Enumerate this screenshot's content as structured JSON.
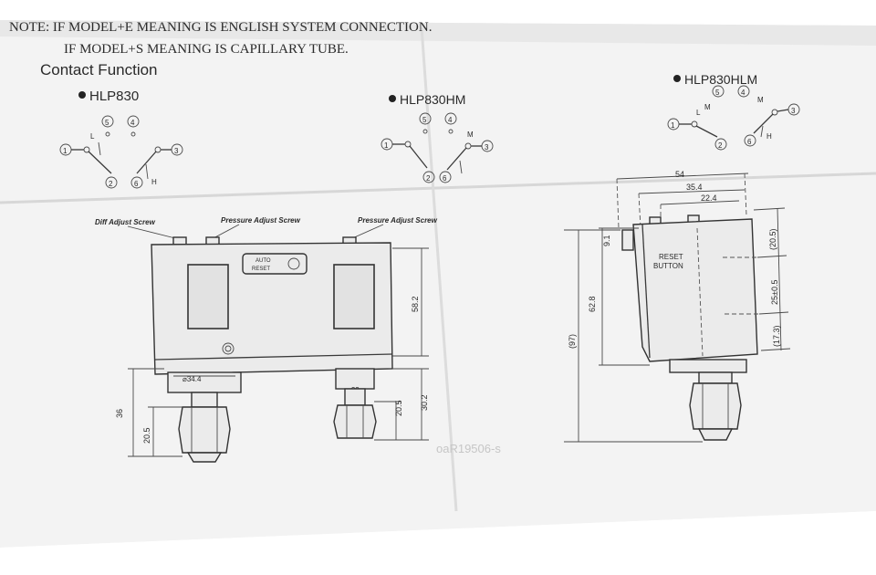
{
  "header": {
    "note_line1": "NOTE: IF MODEL+E MEANING IS ENGLISH SYSTEM CONNECTION.",
    "note_line2": "IF MODEL+S MEANING IS CAPILLARY TUBE.",
    "section_title": "Contact Function"
  },
  "models": [
    {
      "name": "HLP830"
    },
    {
      "name": "HLP830HM"
    },
    {
      "name": "HLP830HLM"
    }
  ],
  "terminal_numbers": [
    "1",
    "2",
    "3",
    "4",
    "5",
    "6"
  ],
  "contact_labels": {
    "low": "L",
    "medium": "M",
    "high": "H"
  },
  "front_view": {
    "diff_adjust_label": "Diff Adjust Screw",
    "pressure_adjust_left": "Pressure Adjust Screw",
    "pressure_adjust_right": "Pressure Adjust Screw",
    "reset_line1": "AUTO",
    "reset_line2": "RESET",
    "dims": {
      "body_height": "58.2",
      "left_total": "36",
      "left_fitting": "20.5",
      "dia_left": "⌀34.4",
      "dia_right": "⌀22",
      "right_fitting": "20.5",
      "right_total": "30.2"
    }
  },
  "side_view": {
    "reset_line1": "RESET",
    "reset_line2": "BUTTON",
    "dims": {
      "width_total": "54",
      "width_mid": "35.4",
      "width_inner": "22.4",
      "screw_height": "9.1",
      "body_height": "62.8",
      "overall_height": "(97)",
      "top_gap": "(20.5)",
      "middle": "25±0.5",
      "bottom_gap": "(17.3)"
    }
  },
  "faded_text": "oaR19506-s"
}
